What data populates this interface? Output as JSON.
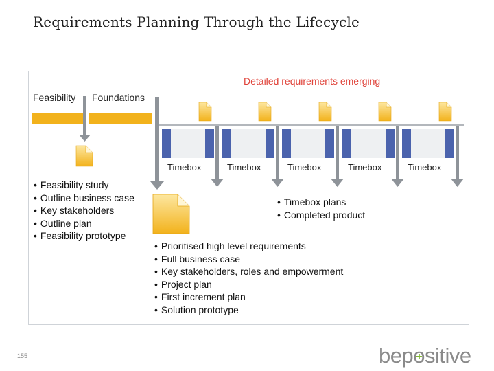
{
  "title": "Requirements Planning Through the Lifecycle",
  "header": {
    "feasibility": "Feasibility",
    "foundations": "Foundations",
    "emerging": "Detailed requirements emerging"
  },
  "timebox_label": "Timebox",
  "feasibility_outputs": [
    "Feasibility study",
    "Outline business case",
    "Key stakeholders",
    "Outline plan",
    "Feasibility prototype"
  ],
  "timebox_outputs": [
    "Timebox plans",
    "Completed product"
  ],
  "foundations_outputs": [
    "Prioritised high level requirements",
    "Full business case",
    "Key stakeholders, roles and empowerment",
    "Project plan",
    "First increment plan",
    "Solution prototype"
  ],
  "page_number": "155",
  "logo": {
    "pre": "bep",
    "o": "o",
    "post": "sitive",
    "plus": "+"
  },
  "colors": {
    "orange": "#f2b21c",
    "blue": "#4b63ad",
    "red": "#e0433a",
    "arrow": "#8e9399",
    "doc": "#f5c33b"
  }
}
